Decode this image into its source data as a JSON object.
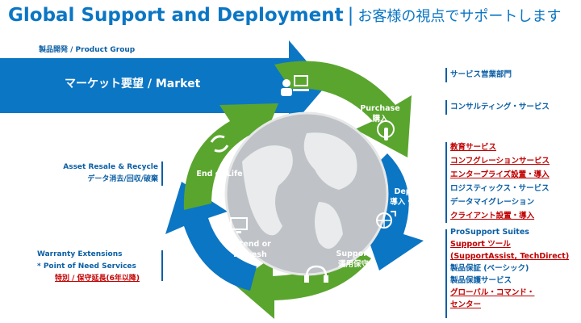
{
  "title": {
    "main": "Global Support and Deployment",
    "separator": "|",
    "sub": "お客様の視点でサポートします"
  },
  "product_group": "製品開発 / Product Group",
  "market": "マーケット要望 / Market",
  "cycle": {
    "purchase": {
      "en": "Purchase",
      "jp": "購入"
    },
    "deploy": {
      "en": "Deploy",
      "jp": "導入・展開"
    },
    "support": {
      "en": "Support",
      "jp": "運用保守"
    },
    "extend": {
      "en": "Extend or",
      "en2": "Refresh"
    },
    "eol": "End of Life"
  },
  "left": {
    "asset": {
      "line1": "Asset Resale & Recycle",
      "line2": "データ消去/回収/破棄"
    },
    "warranty": {
      "line1": "Warranty Extensions",
      "line2": "* Point of Need Services",
      "line3": "特別 / 保守延長(6年以降)"
    }
  },
  "right": {
    "purchase_items": [
      "サービス営業部門",
      "コンサルティング・サービス"
    ],
    "deploy_items": [
      "教育サービス",
      "コンフグレーションサービス",
      "エンタープライズ設置・導入",
      "ロジスティックス・サービス",
      "データマイグレーション",
      "クライアント設置・導入"
    ],
    "support_title": "ProSupport Suites",
    "support_items": [
      "Support ツール",
      "(SupportAssist, TechDirect)",
      "製品保証 (ベーシック)",
      "製品保護サービス",
      "グローバル・コマンド・",
      "センター"
    ]
  },
  "colors": {
    "green": "#5aa52e",
    "blue": "#0b76c4",
    "darkblue": "#0b5fa5",
    "red": "#c00000"
  }
}
